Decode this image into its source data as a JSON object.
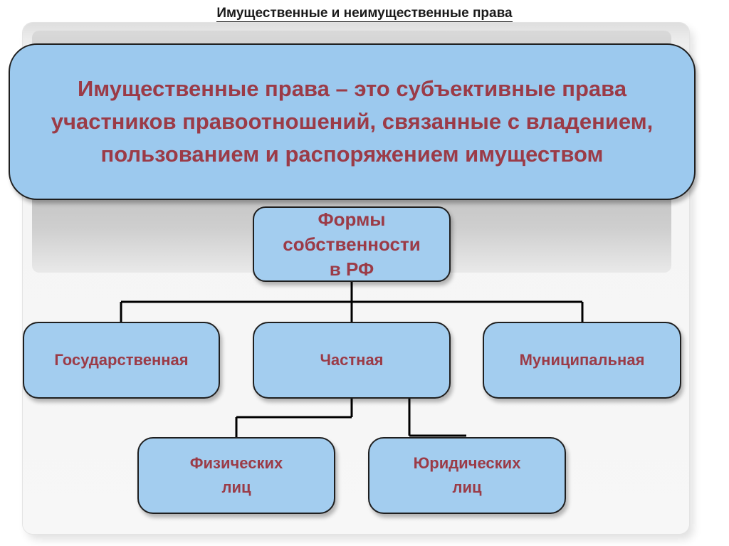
{
  "page": {
    "title": "Имущественные и неимущественные права"
  },
  "definition": {
    "text": "Имущественные права – это субъективные права участников правоотношений, связанные с владением, пользованием и распоряжением имуществом"
  },
  "tree": {
    "root": "Формы\nсобственности\nв РФ",
    "level1": {
      "state": "Государственная",
      "private": "Частная",
      "municipal": "Муниципальная"
    },
    "level2": {
      "physical": "Физических\nлиц",
      "legal": "Юридических\nлиц"
    }
  },
  "colors": {
    "box_fill": "#a3cdef",
    "box_text": "#9b3b47",
    "border": "#1f1f1f",
    "connector": "#000000"
  }
}
